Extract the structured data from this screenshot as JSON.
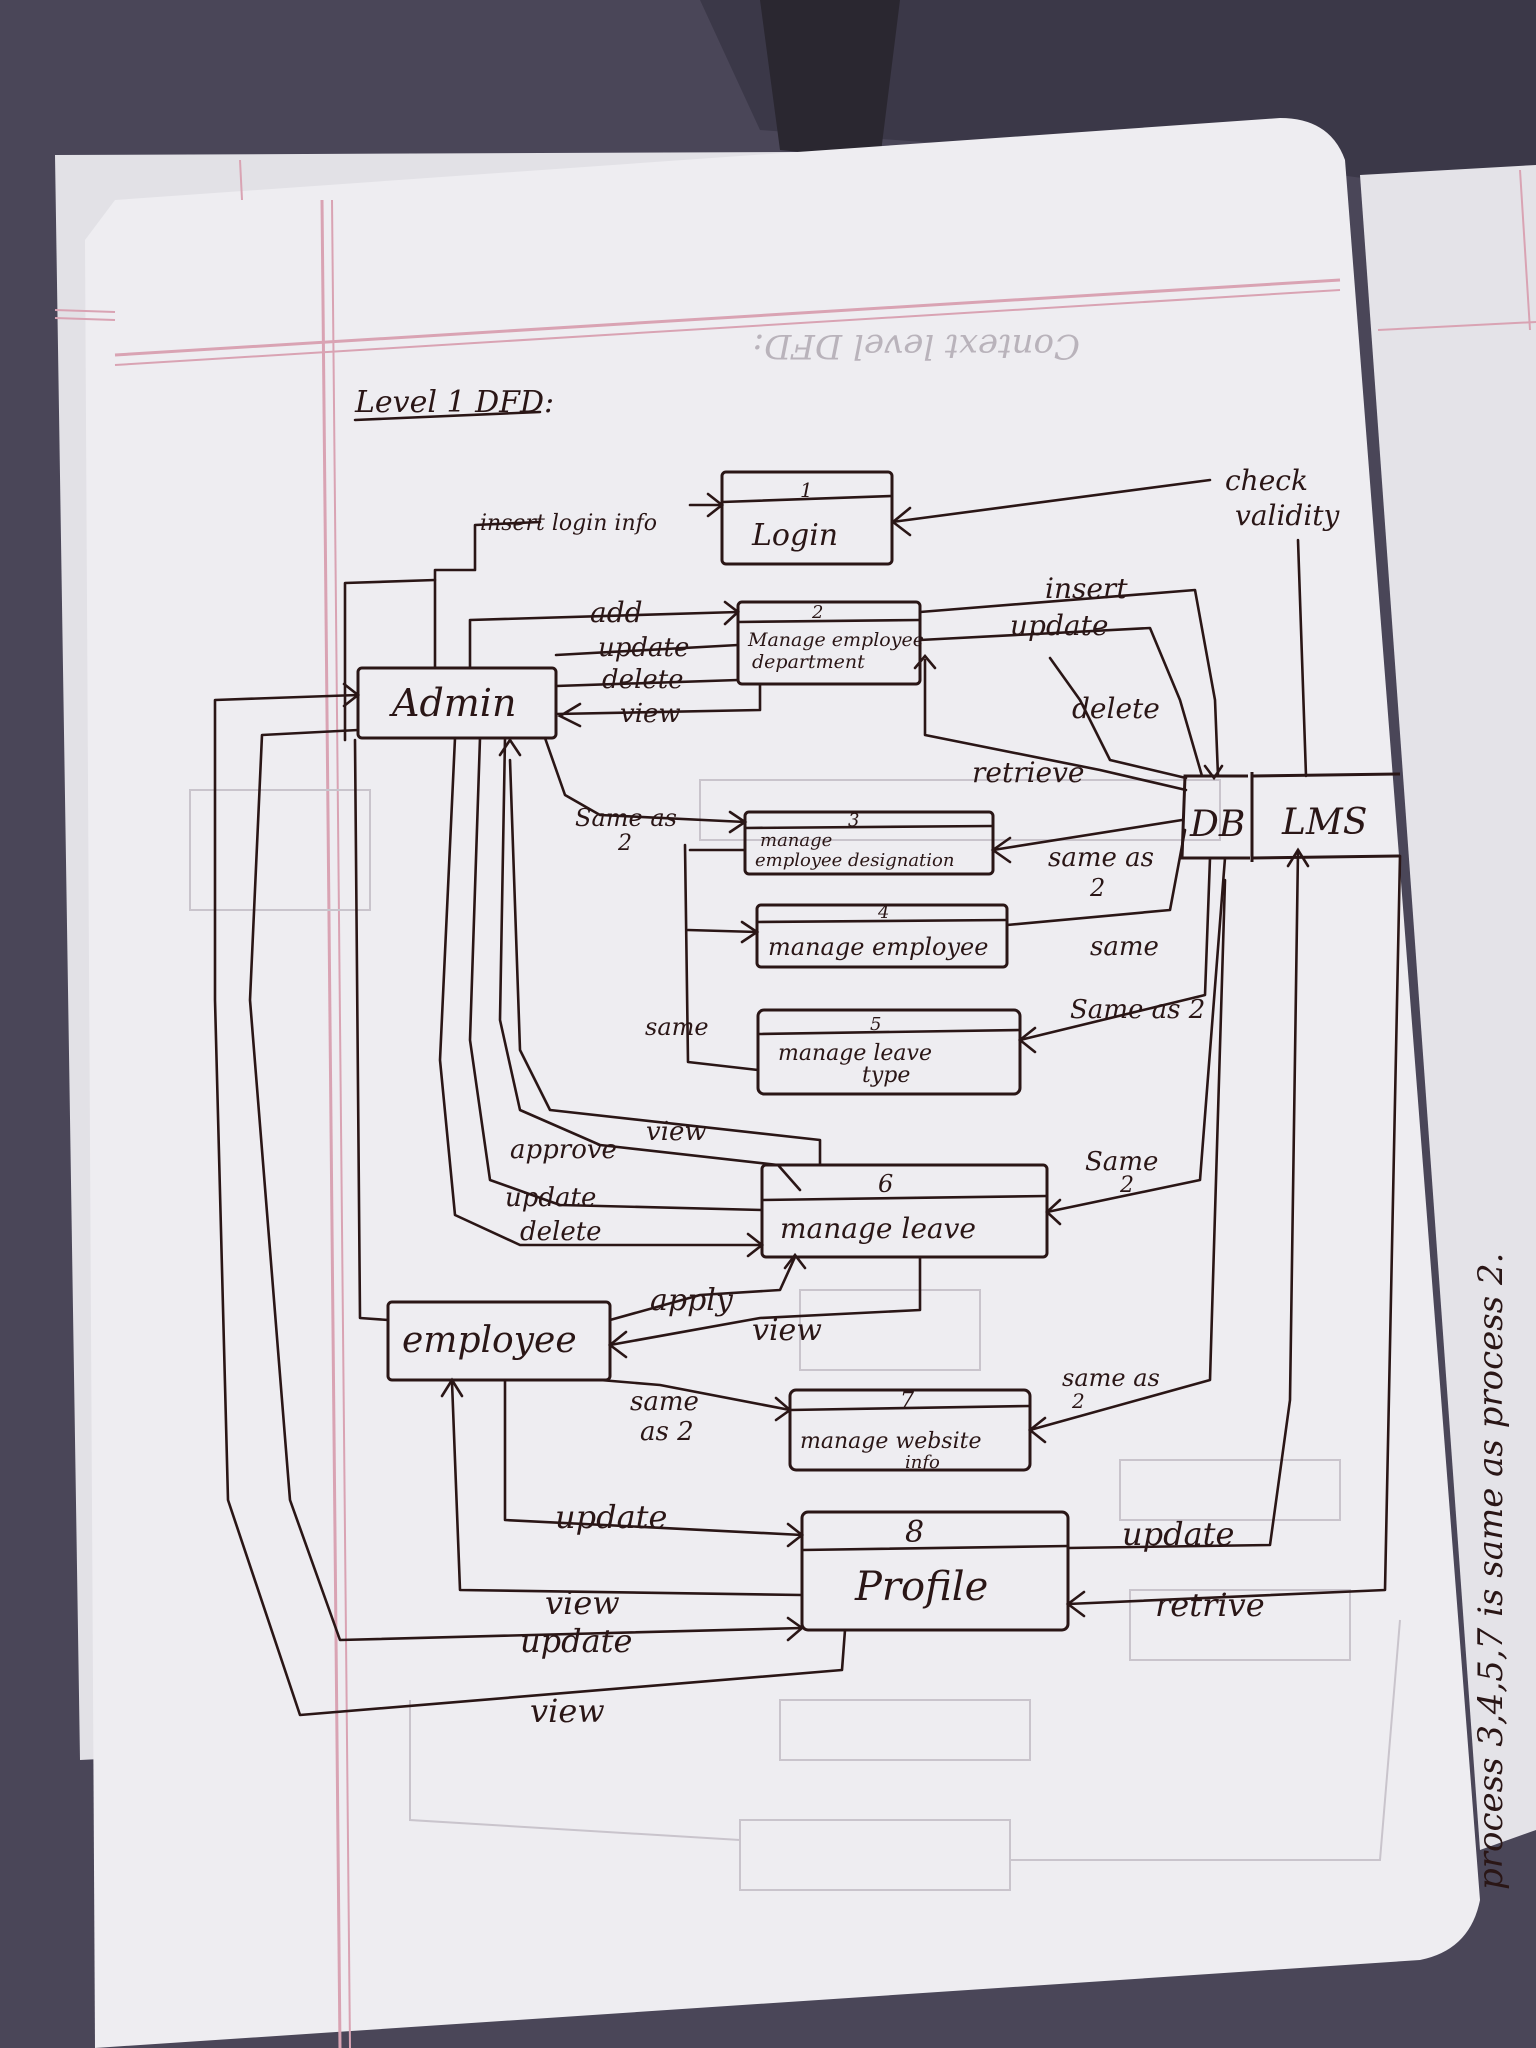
{
  "title": "Level 1 DFD:",
  "ghost_title": "Context level DFD:",
  "side_note": "process 3,4,5,7 is same as process 2.",
  "nodes": {
    "login": {
      "num": "1",
      "name": "Login"
    },
    "manage_emp_dept": {
      "num": "2",
      "name_line1": "Manage employee",
      "name_line2": "department"
    },
    "admin": {
      "name": "Admin"
    },
    "db": {
      "left": "DB",
      "right": "LMS"
    },
    "designation": {
      "num": "3",
      "name_line1": "manage",
      "name_line2": "employee designation"
    },
    "manage_employee": {
      "num": "4",
      "name": "manage employee"
    },
    "leave_type": {
      "num": "5",
      "name_line1": "manage leave",
      "name_line2": "type"
    },
    "manage_leave": {
      "num": "6",
      "name": "manage leave"
    },
    "employee": {
      "name": "employee"
    },
    "website": {
      "num": "7",
      "name_line1": "manage website",
      "name_line2": "info"
    },
    "profile": {
      "num": "8",
      "name": "Profile"
    }
  },
  "labels": {
    "insert_login": "insert login info",
    "check_validity_1": "check",
    "check_validity_2": "validity",
    "add": "add",
    "update_2": "update",
    "delete_2": "delete",
    "view_2": "view",
    "insert_db": "insert",
    "update_db": "update",
    "delete_db": "delete",
    "retrieve_db": "retrieve",
    "same_as_2_a1": "Same as",
    "same_as_2_a2": "2",
    "same_as_2_b1": "same as",
    "same_as_2_b2": "2",
    "same_4": "same",
    "same_5": "same",
    "same_as_2_c": "Same as 2",
    "approve": "approve",
    "view_6": "view",
    "update_6": "update",
    "delete_6": "delete",
    "same_6_1": "Same",
    "same_6_2": "2",
    "apply": "apply",
    "view_emp": "view",
    "same_as_2_d1": "same",
    "same_as_2_d2": "as 2",
    "same_7_1": "same as",
    "same_7_2": "2",
    "update_emp_profile": "update",
    "update_profile_db": "update",
    "retrieve_profile": "retrive",
    "view_profile_emp": "view",
    "update_admin_profile": "update",
    "view_admin_profile": "view"
  },
  "colors": {
    "ink": "#2a1616",
    "paper": "#eeedf1",
    "margin_line": "#d9a3b3",
    "background": "#4a4658"
  }
}
